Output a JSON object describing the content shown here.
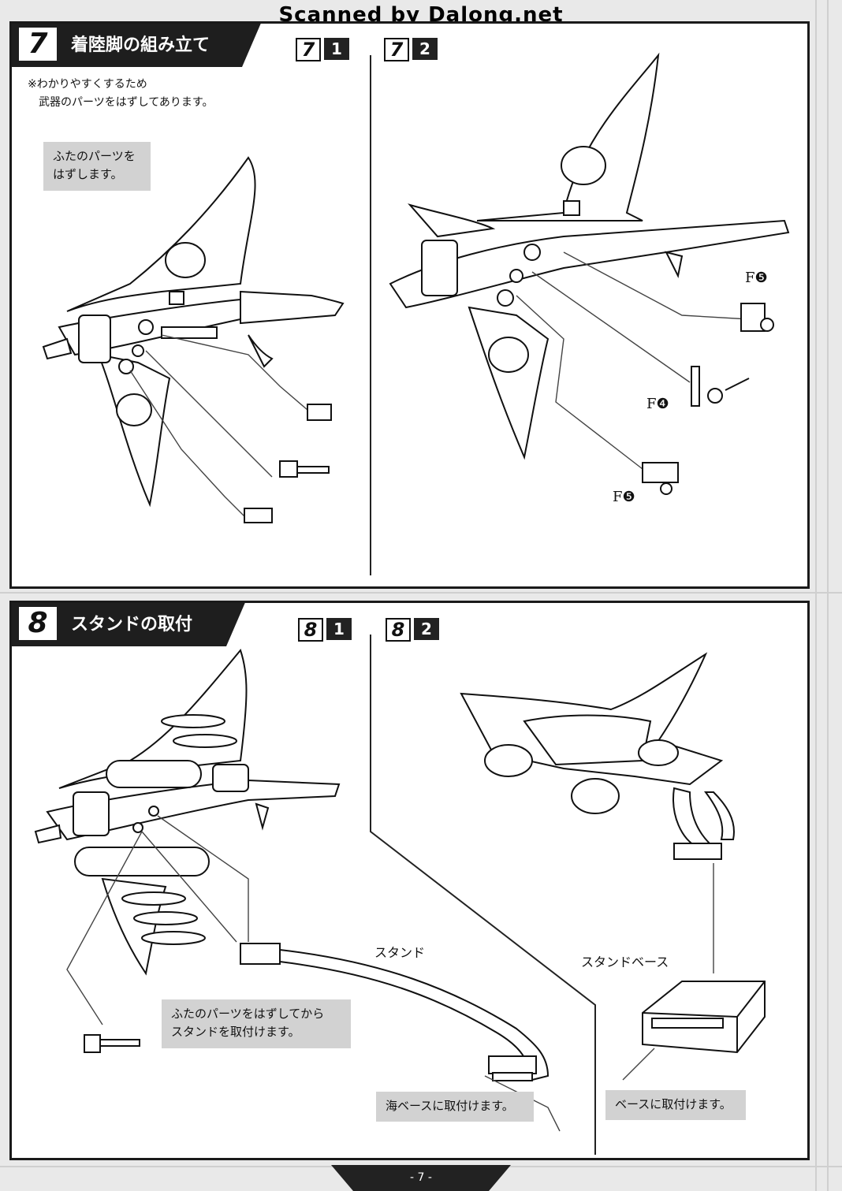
{
  "watermark": "Scanned by Dalong.net",
  "step7": {
    "number": "7",
    "title": "着陸脚の組み立て",
    "sub1": {
      "a": "7",
      "b": "1"
    },
    "sub2": {
      "a": "7",
      "b": "2"
    },
    "note": "※わかりやすくするため\n　武器のパーツをはずしてあります。",
    "callout": "ふたのパーツを\nはずします。",
    "part_labels": [
      "F❺",
      "F❹",
      "F❺"
    ]
  },
  "step8": {
    "number": "8",
    "title": "スタンドの取付",
    "sub1": {
      "a": "8",
      "b": "1"
    },
    "sub2": {
      "a": "8",
      "b": "2"
    },
    "callout": "ふたのパーツをはずしてから\nスタンドを取付けます。",
    "stand_label": "スタンド",
    "stand_base_label": "スタンドベース",
    "attach_sea_base": "海ベースに取付けます。",
    "attach_base": "ベースに取付けます。"
  },
  "page_number": "- 7 -"
}
